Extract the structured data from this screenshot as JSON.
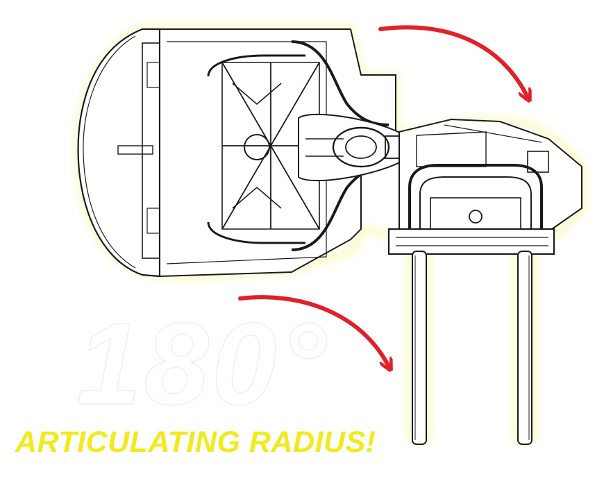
{
  "headline": {
    "degrees": "180°",
    "tagline": "ARTICULATING RADIUS!"
  },
  "colors": {
    "tagline": "#f2ea1e",
    "arrow": "#e2202a",
    "glow": "#f5f07a",
    "line": "#1a1a1a"
  },
  "icons": {
    "arrow_upper": "curved-arrow-right-down",
    "arrow_lower": "curved-arrow-right-down"
  }
}
